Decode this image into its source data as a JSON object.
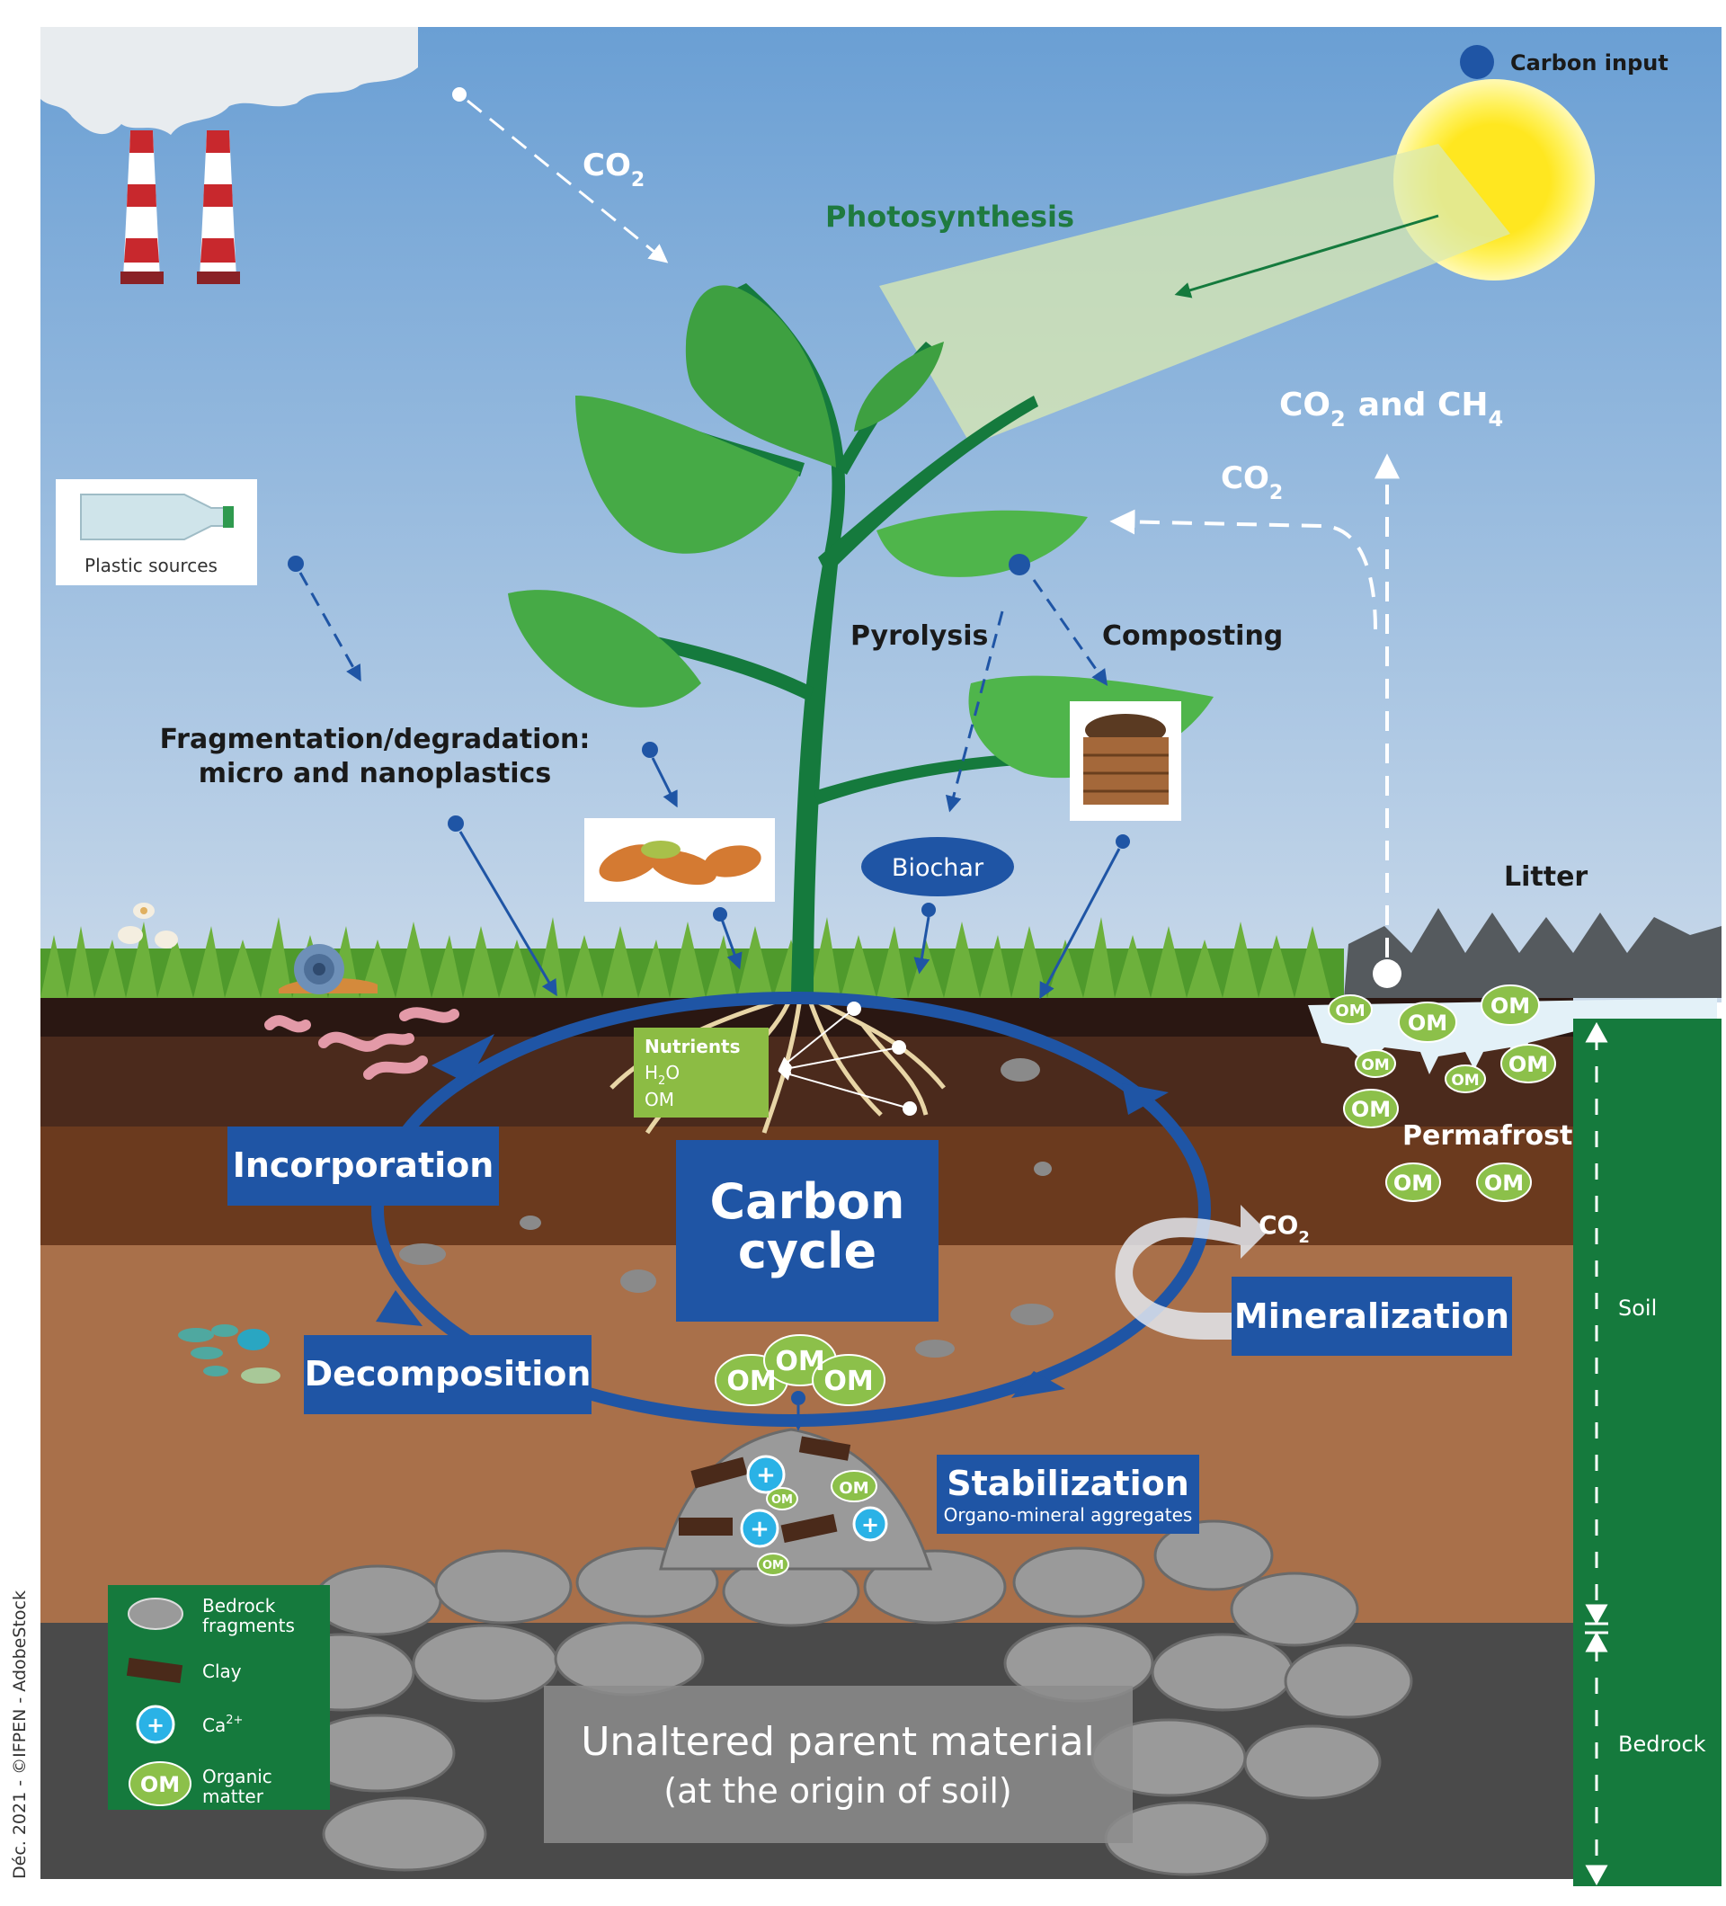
{
  "legend_top": {
    "carbon_input": "Carbon input"
  },
  "labels": {
    "co2_top": "CO",
    "co2_right": "CO",
    "co2_ch4_a": "CO",
    "co2_ch4_and": "and CH",
    "co2_mineral": "CO",
    "sub2": "2",
    "sub4": "4",
    "photosynthesis": "Photosynthesis",
    "plastic_sources": "Plastic sources",
    "fragmentation_1": "Fragmentation/degradation:",
    "fragmentation_2": "micro and nanoplastics",
    "pyrolysis": "Pyrolysis",
    "composting": "Composting",
    "biochar": "Biochar",
    "litter": "Litter",
    "permafrost": "Permafrost",
    "nutrients": "Nutrients",
    "h2o_h": "H",
    "h2o_o": "O",
    "om": "OM",
    "carbon_cycle_1": "Carbon",
    "carbon_cycle_2": "cycle",
    "incorporation": "Incorporation",
    "decomposition": "Decomposition",
    "mineralization": "Mineralization",
    "stabilization": "Stabilization",
    "stabilization_sub": "Organo-mineral aggregates",
    "parent_1": "Unaltered parent material",
    "parent_2": "(at the origin of soil)",
    "soil": "Soil",
    "bedrock": "Bedrock",
    "credit": "Déc. 2021 - ©IFPEN - AdobeStock"
  },
  "legend": {
    "bedrock_1": "Bedrock",
    "bedrock_2": "fragments",
    "clay": "Clay",
    "calcium": "Ca",
    "calcium_sup": "2+",
    "organic_1": "Organic",
    "organic_2": "matter",
    "om_badge": "OM",
    "plus": "+"
  },
  "colors": {
    "sky_top": "#6a9fd4",
    "sky_bottom": "#c5d7ea",
    "carbon_blue": "#1f55a5",
    "dark_green": "#157a3d",
    "om_green": "#8cc04a"
  }
}
